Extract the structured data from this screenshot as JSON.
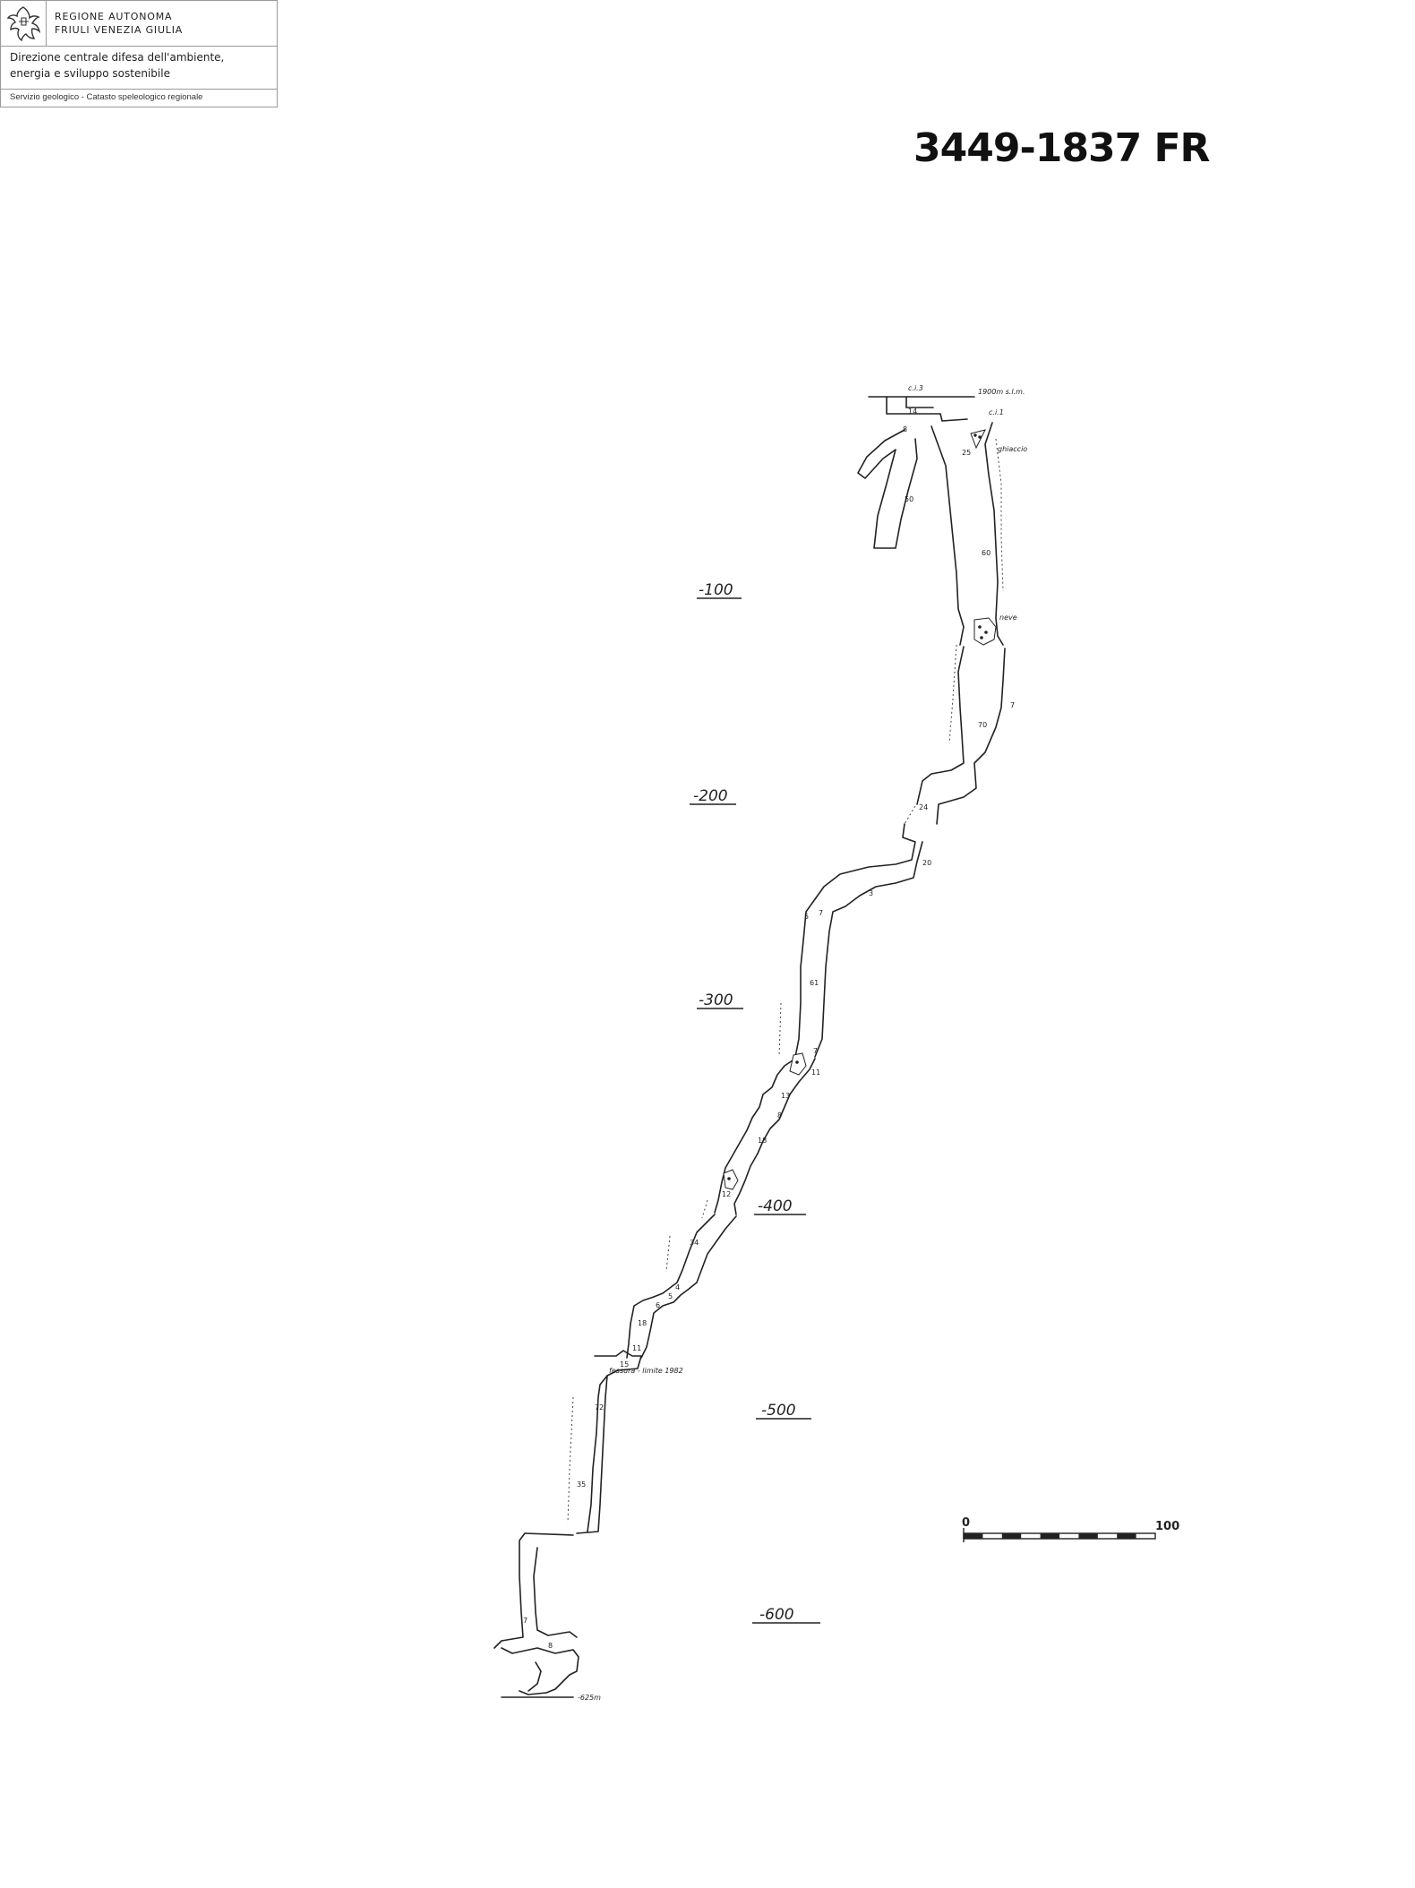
{
  "header": {
    "region_line1": "REGIONE AUTONOMA",
    "region_line2": "FRIULI VENEZIA GIULIA",
    "directorate_line1": "Direzione centrale difesa dell'ambiente,",
    "directorate_line2": "energia e sviluppo sostenibile",
    "service": "Servizio geologico - Catasto speleologico regionale",
    "logo_icon": "eagle-emblem-icon"
  },
  "cave_id": "3449-1837 FR",
  "survey": {
    "entrance_label": "c.i.3",
    "elevation_label": "1900m s.l.m.",
    "entrance2_label": "c.i.1",
    "ice_label": "ghiaccio",
    "snow_label": "neve",
    "fissure_note": "fessura - limite 1982",
    "bottom_depth": "-625m",
    "depth_marks": [
      "-100",
      "-200",
      "-300",
      "-400",
      "-500",
      "-600"
    ],
    "segment_depths": [
      "14",
      "8",
      "25",
      "50",
      "60",
      "7",
      "70",
      "24",
      "20",
      "3",
      "7",
      "5",
      "61",
      "7",
      "11",
      "13",
      "8",
      "18",
      "12",
      "34",
      "4",
      "5",
      "6",
      "18",
      "11",
      "15",
      "72",
      "35",
      "7",
      "8"
    ],
    "scale": {
      "start": "0",
      "end": "100"
    }
  }
}
